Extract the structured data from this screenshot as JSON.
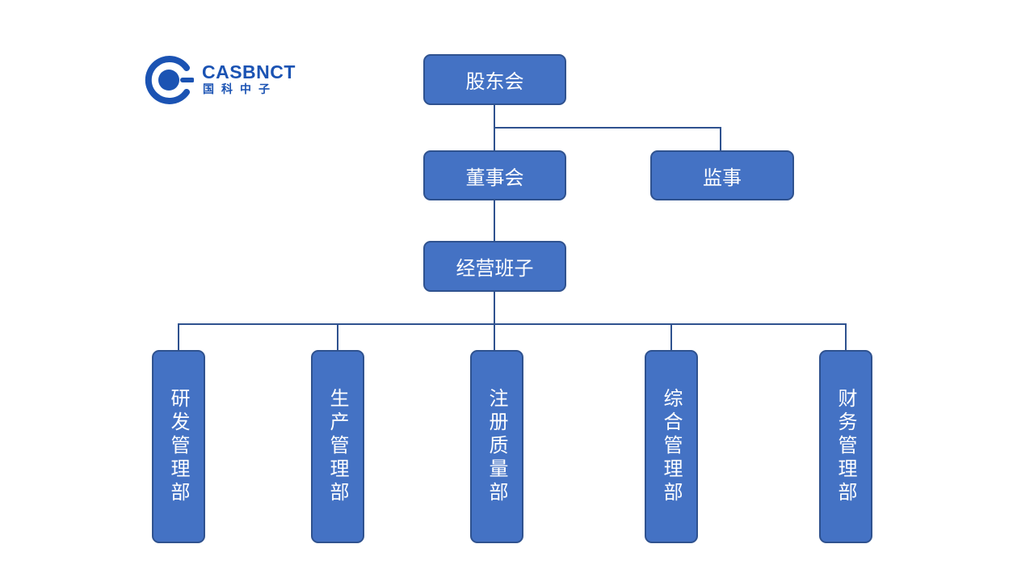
{
  "logo": {
    "name": "CASBNCT",
    "subtitle": "国科中子",
    "color": "#1b53b3"
  },
  "colors": {
    "box_fill": "#4472c4",
    "box_border": "#2f528f",
    "connector": "#2f528f"
  },
  "org": {
    "shareholders": "股东会",
    "board": "董事会",
    "supervisor": "监事",
    "management": "经营班子",
    "departments": [
      "研发管理部",
      "生产管理部",
      "注册质量部",
      "综合管理部",
      "财务管理部"
    ]
  }
}
